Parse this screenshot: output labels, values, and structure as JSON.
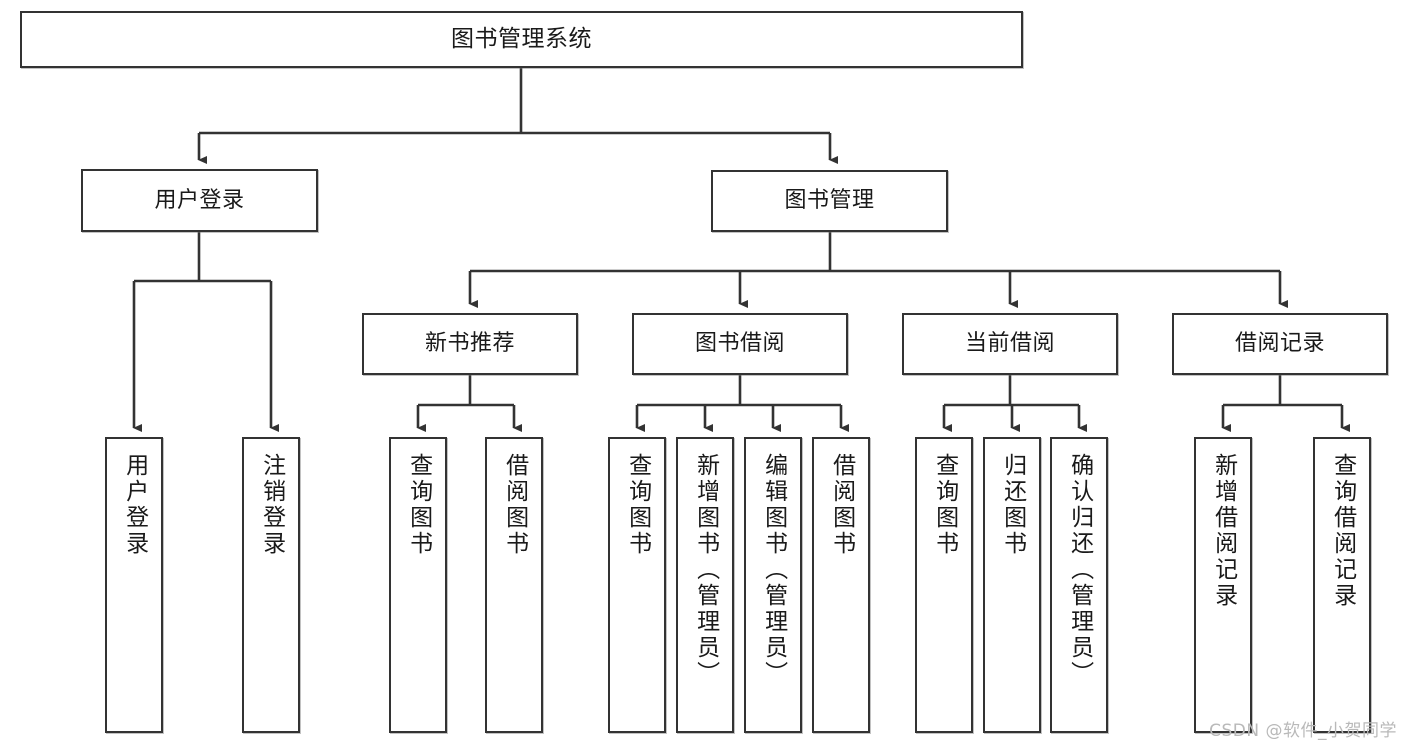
{
  "diagram": {
    "kind": "functional-structure-tree",
    "title": "图书管理系统",
    "watermark": "CSDN @软件_小贺同学",
    "colors": {
      "box_border": "#333333",
      "box_fill": "#ffffff",
      "connector": "#333333",
      "text": "#1a1a1a",
      "watermark": "#b9b9b9",
      "canvas": "#ffffff"
    },
    "nodes": {
      "root": {
        "label": "图书管理系统",
        "orientation": "horizontal"
      },
      "level2": [
        {
          "id": "user-login",
          "label": "用户登录",
          "orientation": "horizontal"
        },
        {
          "id": "book-manage",
          "label": "图书管理",
          "orientation": "horizontal"
        }
      ],
      "level3": [
        {
          "id": "new-book-recommend",
          "label": "新书推荐",
          "orientation": "horizontal"
        },
        {
          "id": "book-borrow",
          "label": "图书借阅",
          "orientation": "horizontal"
        },
        {
          "id": "current-borrow",
          "label": "当前借阅",
          "orientation": "horizontal"
        },
        {
          "id": "borrow-record",
          "label": "借阅记录",
          "orientation": "horizontal"
        }
      ],
      "leaves": [
        {
          "id": "leaf-user-login",
          "label": "用户登录",
          "parent": "user-login",
          "orientation": "vertical"
        },
        {
          "id": "leaf-logout-login",
          "label": "注销登录",
          "parent": "user-login",
          "orientation": "vertical"
        },
        {
          "id": "leaf-query-book-1",
          "label": "查询图书",
          "parent": "new-book-recommend",
          "orientation": "vertical"
        },
        {
          "id": "leaf-borrow-book-1",
          "label": "借阅图书",
          "parent": "new-book-recommend",
          "orientation": "vertical"
        },
        {
          "id": "leaf-query-book-2",
          "label": "查询图书",
          "parent": "book-borrow",
          "orientation": "vertical"
        },
        {
          "id": "leaf-add-book",
          "label": "新增图书（管理员）",
          "parent": "book-borrow",
          "orientation": "vertical"
        },
        {
          "id": "leaf-edit-book",
          "label": "编辑图书（管理员）",
          "parent": "book-borrow",
          "orientation": "vertical"
        },
        {
          "id": "leaf-borrow-book-2",
          "label": "借阅图书",
          "parent": "book-borrow",
          "orientation": "vertical"
        },
        {
          "id": "leaf-query-book-3",
          "label": "查询图书",
          "parent": "current-borrow",
          "orientation": "vertical"
        },
        {
          "id": "leaf-return-book",
          "label": "归还图书",
          "parent": "current-borrow",
          "orientation": "vertical"
        },
        {
          "id": "leaf-confirm-return",
          "label": "确认归还（管理员）",
          "parent": "current-borrow",
          "orientation": "vertical"
        },
        {
          "id": "leaf-add-record",
          "label": "新增借阅记录",
          "parent": "borrow-record",
          "orientation": "vertical"
        },
        {
          "id": "leaf-query-record",
          "label": "查询借阅记录",
          "parent": "borrow-record",
          "orientation": "vertical"
        }
      ]
    }
  }
}
